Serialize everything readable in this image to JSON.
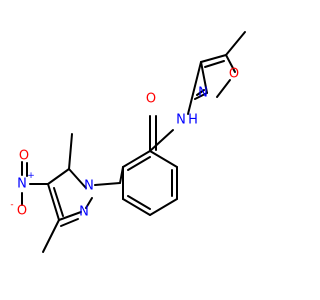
{
  "colors": {
    "bond": "#000000",
    "oxygen": "#ff0000",
    "nitrogen": "#0000ff",
    "background": "#ffffff"
  },
  "atoms": {
    "o_carbonyl": "O",
    "n_amide": "N",
    "h_amide": "H",
    "n_isox": "N",
    "o_isox": "O",
    "n_pyr1": "N",
    "n_pyr2": "N",
    "n_nitro": "N",
    "o_nitro_top": "O",
    "o_nitro_left": "O",
    "plus": "+",
    "minus": "-"
  }
}
